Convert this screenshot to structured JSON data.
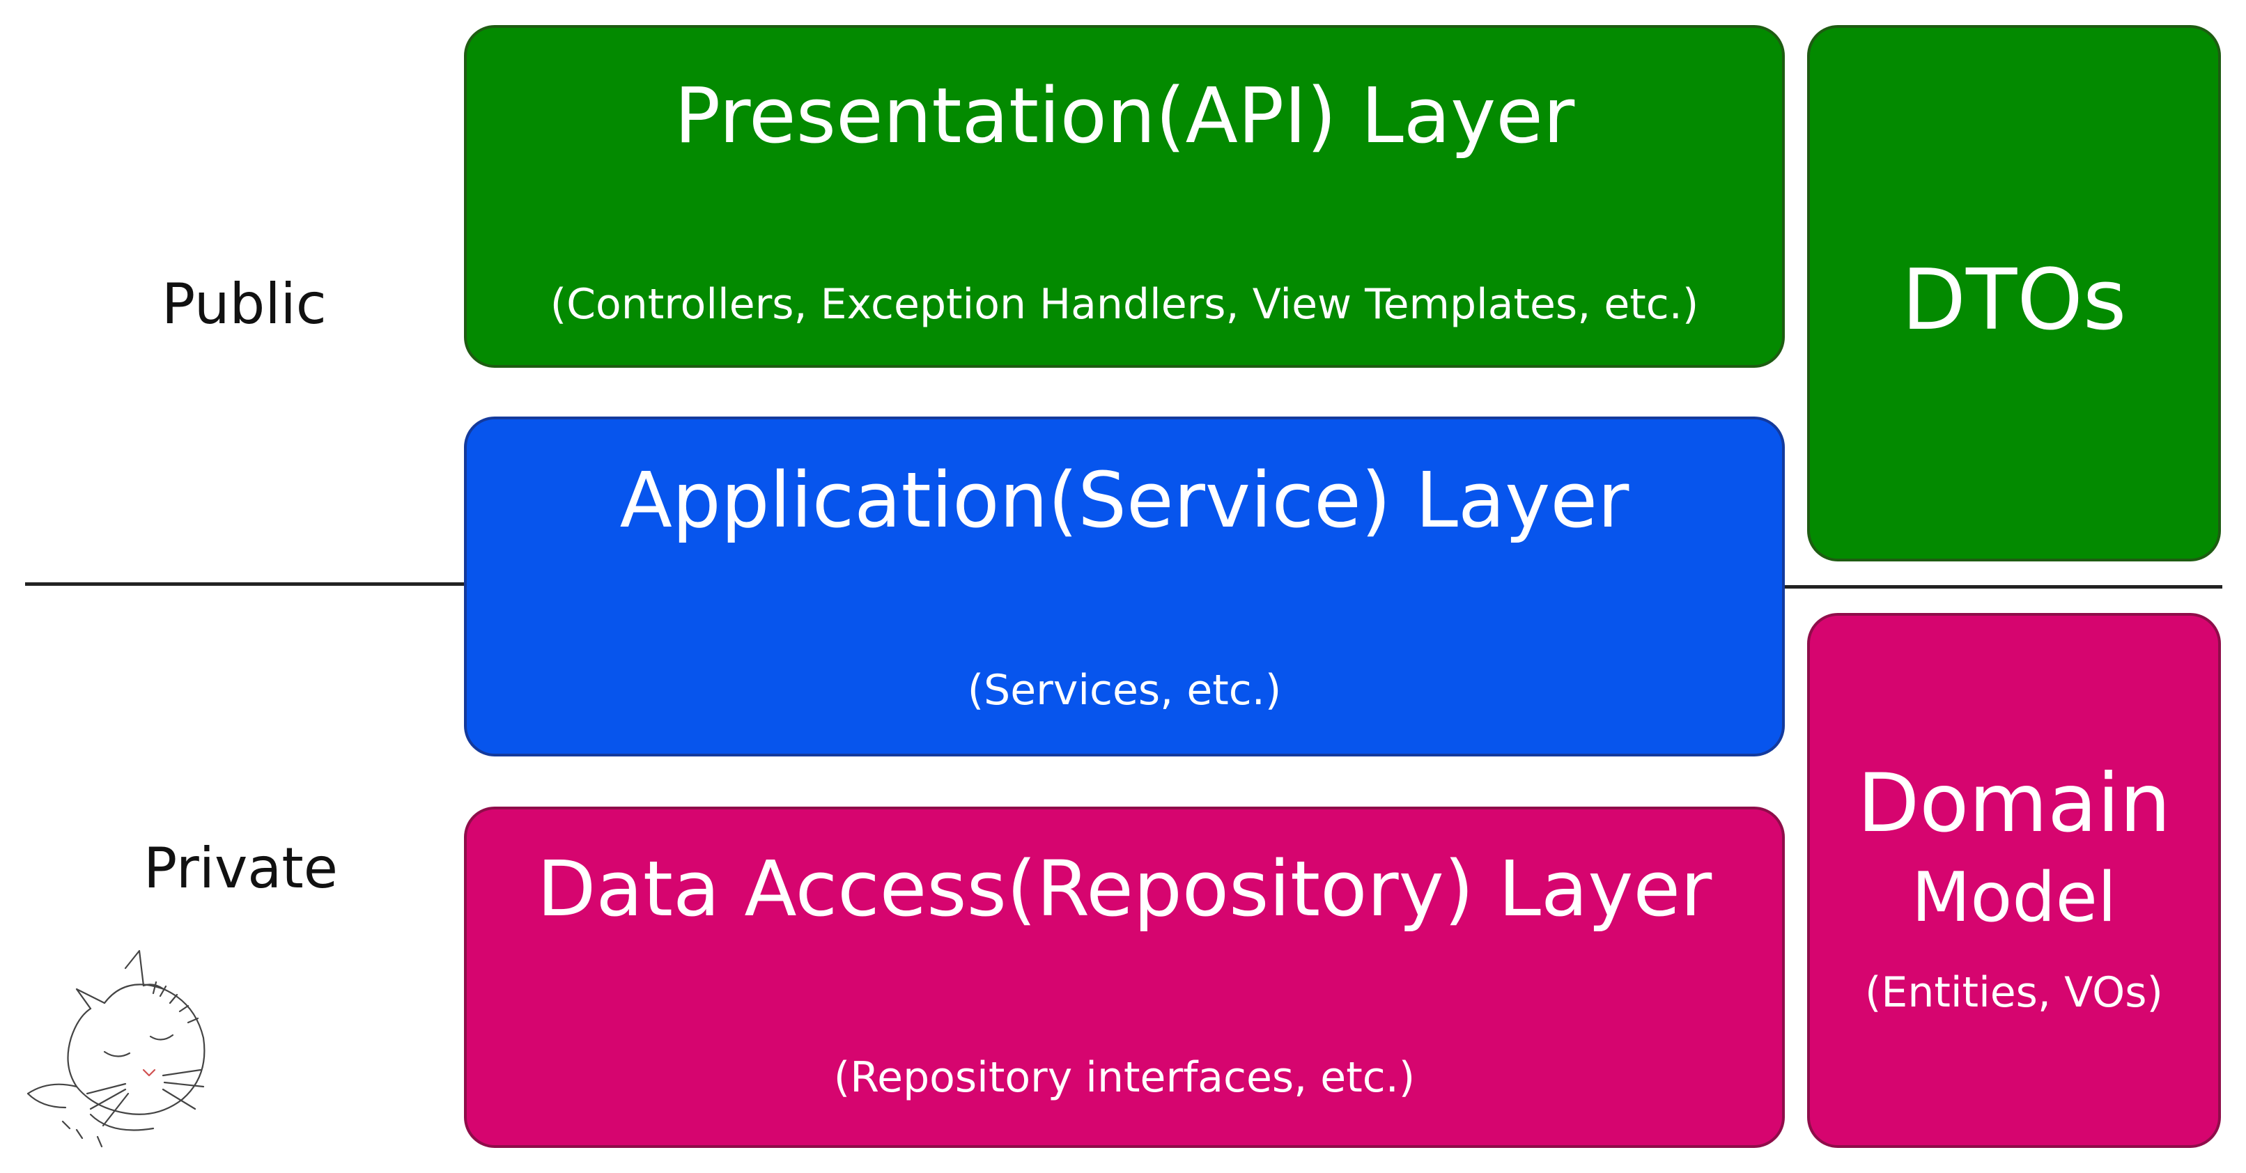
{
  "labels": {
    "public": "Public",
    "private": "Private"
  },
  "layers": {
    "presentation": {
      "title": "Presentation(API) Layer",
      "subtitle": "(Controllers, Exception Handlers, View Templates, etc.)"
    },
    "application": {
      "title": "Application(Service) Layer",
      "subtitle": "(Services, etc.)"
    },
    "data_access": {
      "title": "Data Access(Repository) Layer",
      "subtitle": "(Repository interfaces, etc.)"
    }
  },
  "side": {
    "dtos": {
      "title": "DTOs"
    },
    "domain": {
      "title": "Domain",
      "subtitle": "Model",
      "note": "(Entities, VOs)"
    }
  },
  "colors": {
    "presentation": "#038a00",
    "application": "#0755ed",
    "data_access": "#d6056f",
    "dtos": "#038a00",
    "domain": "#d6056f"
  },
  "decoration": {
    "icon": "sleeping-cat-icon"
  }
}
